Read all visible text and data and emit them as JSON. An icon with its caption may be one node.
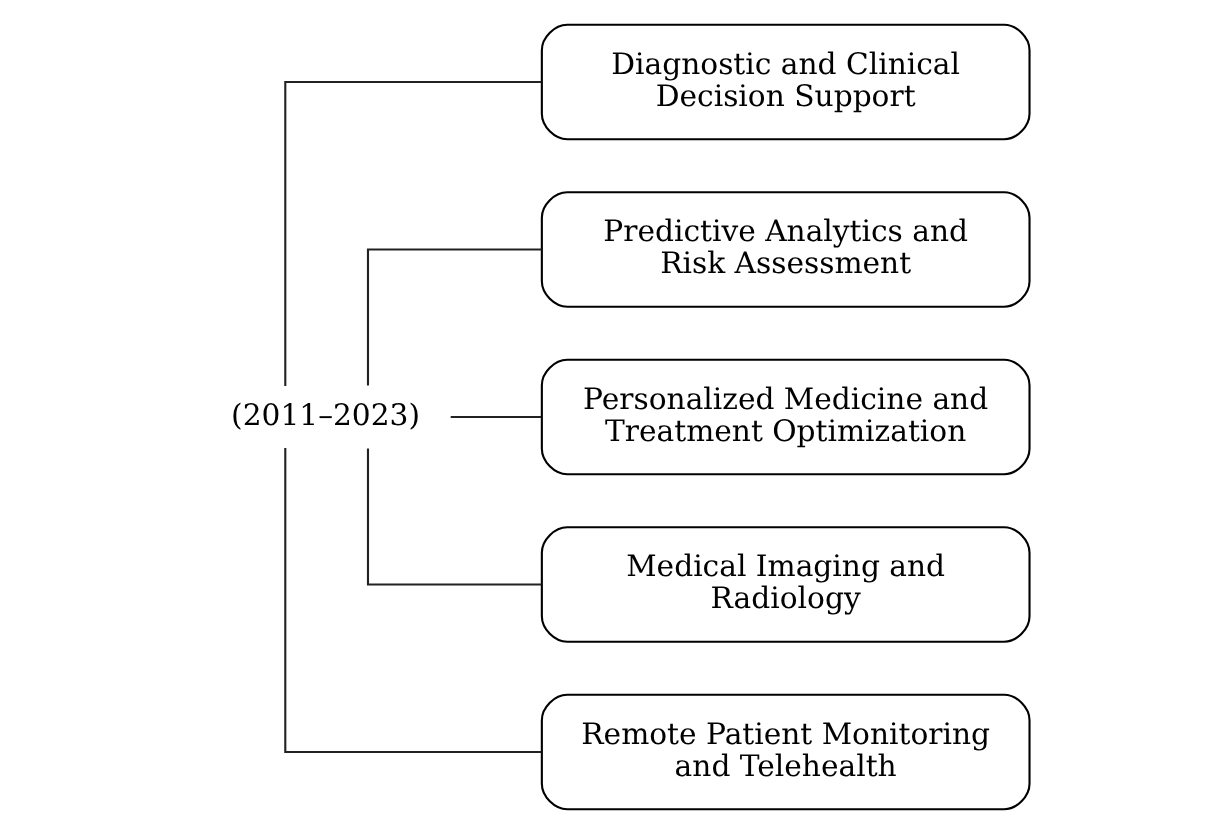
{
  "diagram": {
    "nodes": [
      {
        "text": [
          "(2011–2023)"
        ]
      },
      {
        "text": [
          "Diagnostic and Clinical Decision Support"
        ]
      },
      {
        "text": [
          "Predictive Analytics and Risk Assessment"
        ]
      },
      {
        "text": [
          "Personalized Medicine and Treatment Optimization"
        ]
      },
      {
        "text": [
          "Medical Imaging and Radiology"
        ]
      },
      {
        "text": [
          "Remote Patient Monitoring and Telehealth"
        ]
      }
    ],
    "edges": [
      {
        "from": 0,
        "to": 1,
        "arrow": "none"
      },
      {
        "from": 0,
        "to": 2,
        "arrow": "none"
      },
      {
        "from": 0,
        "to": 3,
        "arrow": "none"
      },
      {
        "from": 0,
        "to": 4,
        "arrow": "none"
      },
      {
        "from": 0,
        "to": 5,
        "arrow": "none"
      }
    ]
  }
}
